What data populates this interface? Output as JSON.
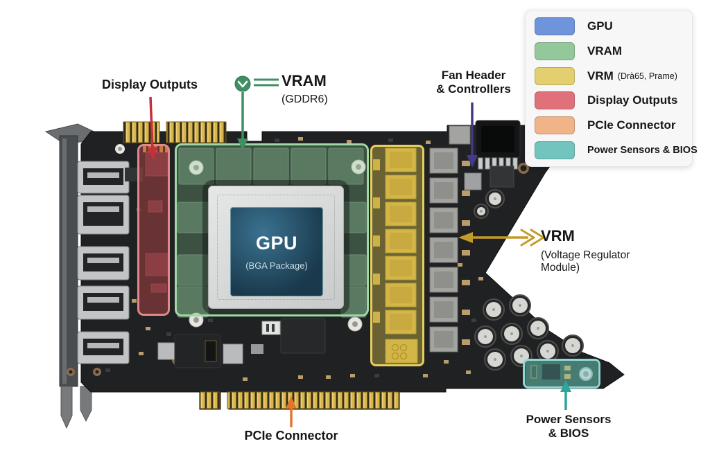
{
  "labels": {
    "display_outputs": "Display Outputs",
    "vram": "VRAM",
    "vram_sub": "(GDDR6)",
    "fan_header_line1": "Fan Header",
    "fan_header_line2": "& Controllers",
    "vrm": "VRM",
    "vrm_sub": "(Voltage Regulator Module)",
    "pcie": "PCIe Connector",
    "power_line1": "Power Sensors",
    "power_line2": "& BIOS"
  },
  "gpu_chip": {
    "title": "GPU",
    "subtitle": "(BGA Package)"
  },
  "legend": {
    "items": [
      {
        "label": "GPU",
        "color": "#6E94DB"
      },
      {
        "label": "VRAM",
        "color": "#93C99A"
      },
      {
        "label": "VRM",
        "suffix": "(Drà65, Prame)",
        "color": "#E3CF70"
      },
      {
        "label": "Display Outputs",
        "color": "#E0707A"
      },
      {
        "label": "PCIe Connector",
        "color": "#F0B488"
      },
      {
        "label": "Power Sensors & BIOS",
        "color": "#72C5BE"
      }
    ]
  },
  "icons": {
    "vram_marker": "check-circle-down-icon"
  },
  "colors": {
    "arrow_display_outputs": "#c4303c",
    "arrow_vram": "#3f8f63",
    "arrow_fan_header": "#413a86",
    "arrow_vrm": "#c39b2a",
    "arrow_pcie": "#e2772c",
    "arrow_power": "#2fa49a",
    "region_display_outputs": "#e2888d",
    "region_vram": "#9fd8a4",
    "region_vrm": "#e7cf5e",
    "region_power": "#8fd7d2"
  }
}
